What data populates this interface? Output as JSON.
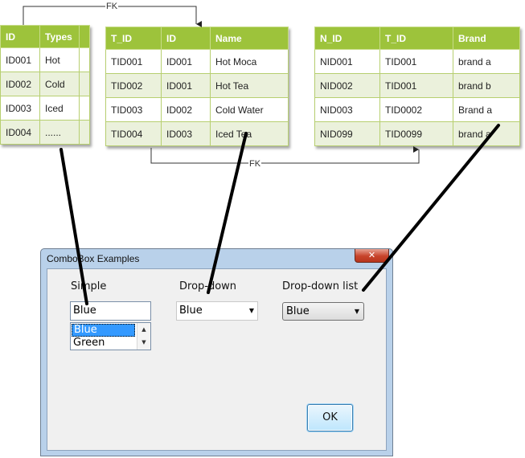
{
  "tables": [
    {
      "headers": [
        "ID",
        "Types",
        ""
      ],
      "rows": [
        [
          "ID001",
          "Hot"
        ],
        [
          "ID002",
          "Cold"
        ],
        [
          "ID003",
          "Iced"
        ],
        [
          "ID004",
          "......"
        ]
      ]
    },
    {
      "headers": [
        "T_ID",
        "ID",
        "Name"
      ],
      "rows": [
        [
          "TID001",
          "ID001",
          "Hot Moca"
        ],
        [
          "TID002",
          "ID001",
          "Hot Tea"
        ],
        [
          "TID003",
          "ID002",
          "Cold Water"
        ],
        [
          "TID004",
          "ID003",
          "Iced Tea"
        ]
      ]
    },
    {
      "headers": [
        "N_ID",
        "T_ID",
        "Brand"
      ],
      "rows": [
        [
          "NID001",
          "TID001",
          "brand a"
        ],
        [
          "NID002",
          "TID001",
          "brand b"
        ],
        [
          "NID003",
          "TID0002",
          "Brand a"
        ],
        [
          "NID099",
          "TID0099",
          "brand a"
        ]
      ]
    }
  ],
  "relations": {
    "fk_top": "FK",
    "fk_bottom": "FK"
  },
  "dialog": {
    "title": "ComboBox Examples",
    "close_icon": "close-icon",
    "simple": {
      "label": "Simple",
      "value": "Blue",
      "options": [
        "Blue",
        "Green"
      ],
      "selected": "Blue"
    },
    "dropdown": {
      "label": "Drop-down",
      "value": "Blue"
    },
    "dropdown_list": {
      "label": "Drop-down list",
      "value": "Blue"
    },
    "ok_label": "OK"
  },
  "colors": {
    "header_green": "#9dc33b",
    "row_alt": "#ebf1dc",
    "selection_blue": "#3399ff",
    "dialog_frame": "#b9d1ea",
    "close_red": "#c7432a"
  }
}
